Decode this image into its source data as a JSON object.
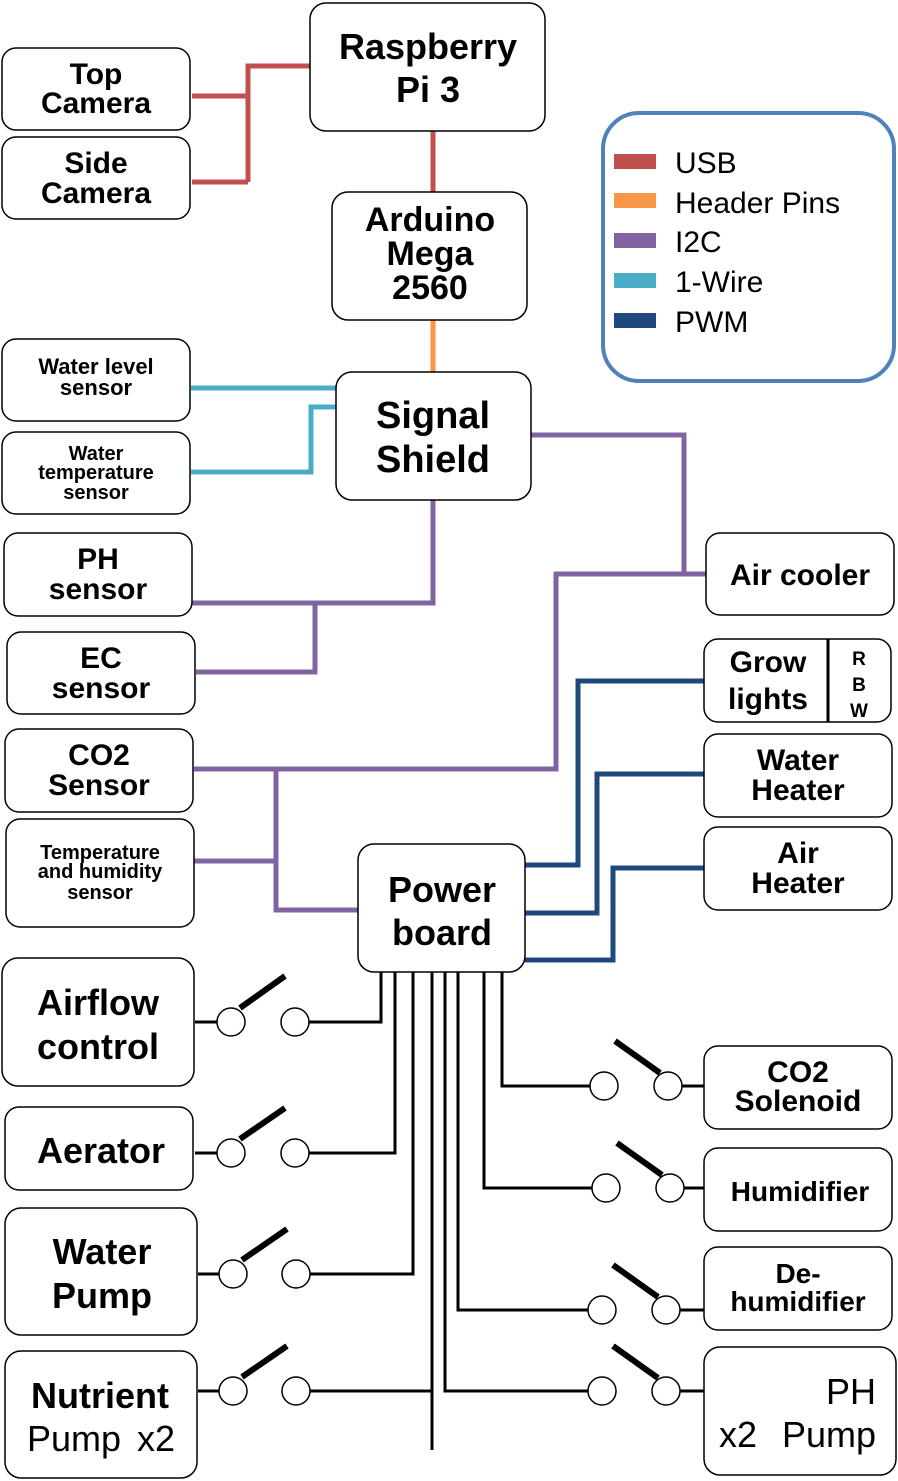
{
  "diagram": {
    "nodes": {
      "raspberry_pi": [
        "Raspberry",
        "Pi 3"
      ],
      "top_camera": [
        "Top",
        "Camera"
      ],
      "side_camera": [
        "Side",
        "Camera"
      ],
      "arduino": [
        "Arduino",
        "Mega",
        "2560"
      ],
      "water_level_sensor": [
        "Water level",
        "sensor"
      ],
      "water_temp_sensor": [
        "Water",
        "temperature",
        "sensor"
      ],
      "signal_shield": [
        "Signal",
        "Shield"
      ],
      "ph_sensor": [
        "PH",
        "sensor"
      ],
      "ec_sensor": [
        "EC",
        "sensor"
      ],
      "co2_sensor": [
        "CO2",
        "Sensor"
      ],
      "temp_humidity_sensor": [
        "Temperature",
        "and humidity",
        "sensor"
      ],
      "air_cooler": [
        "Air cooler"
      ],
      "grow_lights": [
        "Grow",
        "lights"
      ],
      "grow_lights_channels": [
        "R",
        "B",
        "W"
      ],
      "water_heater": [
        "Water",
        "Heater"
      ],
      "air_heater": [
        "Air",
        "Heater"
      ],
      "power_board": [
        "Power",
        "board"
      ],
      "airflow_control": [
        "Airflow",
        "control"
      ],
      "aerator": [
        "Aerator"
      ],
      "water_pump": [
        "Water",
        "Pump"
      ],
      "nutrient_pump": [
        "Nutrient",
        "Pump",
        "x2"
      ],
      "co2_solenoid": [
        "CO2",
        "Solenoid"
      ],
      "humidifier": [
        "Humidifier"
      ],
      "dehumidifier": [
        "De-",
        "humidifier"
      ],
      "ph_pump": [
        "PH",
        "x2",
        "Pump"
      ]
    },
    "legend": [
      {
        "label": "USB",
        "color": "#c0504d"
      },
      {
        "label": "Header Pins",
        "color": "#f79646"
      },
      {
        "label": "I2C",
        "color": "#8064a2"
      },
      {
        "label": "1-Wire",
        "color": "#4bacc6"
      },
      {
        "label": "PWM",
        "color": "#1f497d"
      }
    ],
    "legend_border_color": "#4f81bd"
  }
}
